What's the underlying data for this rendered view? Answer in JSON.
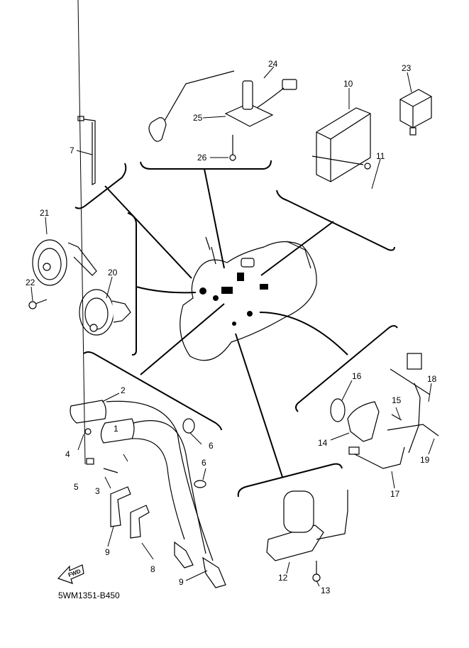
{
  "diagram": {
    "type": "exploded-parts-diagram",
    "subject": "Motorcycle electrical components",
    "reference_code": "5WM1351-B450",
    "direction_indicator": "FWD",
    "callouts": [
      {
        "id": "1",
        "label": "1"
      },
      {
        "id": "2",
        "label": "2"
      },
      {
        "id": "3",
        "label": "3"
      },
      {
        "id": "4",
        "label": "4"
      },
      {
        "id": "5",
        "label": "5"
      },
      {
        "id": "6a",
        "label": "6"
      },
      {
        "id": "6b",
        "label": "6"
      },
      {
        "id": "7",
        "label": "7"
      },
      {
        "id": "8",
        "label": "8"
      },
      {
        "id": "9a",
        "label": "9"
      },
      {
        "id": "9b",
        "label": "9"
      },
      {
        "id": "10",
        "label": "10"
      },
      {
        "id": "11",
        "label": "11"
      },
      {
        "id": "12",
        "label": "12"
      },
      {
        "id": "13",
        "label": "13"
      },
      {
        "id": "14",
        "label": "14"
      },
      {
        "id": "15",
        "label": "15"
      },
      {
        "id": "16",
        "label": "16"
      },
      {
        "id": "17",
        "label": "17"
      },
      {
        "id": "18",
        "label": "18"
      },
      {
        "id": "19",
        "label": "19"
      },
      {
        "id": "20",
        "label": "20"
      },
      {
        "id": "21",
        "label": "21"
      },
      {
        "id": "22",
        "label": "22"
      },
      {
        "id": "23",
        "label": "23"
      },
      {
        "id": "24",
        "label": "24"
      },
      {
        "id": "25",
        "label": "25"
      },
      {
        "id": "26",
        "label": "26"
      }
    ]
  }
}
